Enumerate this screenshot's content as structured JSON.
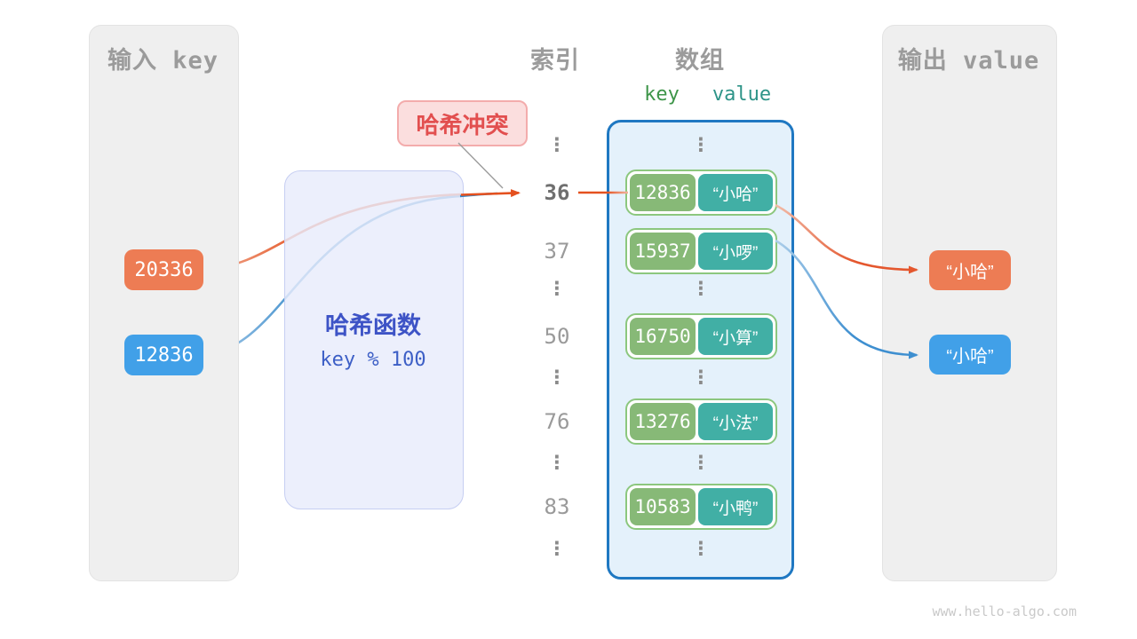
{
  "left_panel": {
    "title": "输入 key",
    "keys": [
      {
        "value": "20336",
        "color": "#ED7C54"
      },
      {
        "value": "12836",
        "color": "#41A0E8"
      }
    ]
  },
  "hash_box": {
    "title": "哈希函数",
    "formula": "key % 100"
  },
  "collision_label": {
    "text": "哈希冲突"
  },
  "index_column": {
    "title": "索引",
    "items": [
      {
        "label": "⋮",
        "type": "dots"
      },
      {
        "label": "36",
        "type": "index",
        "highlight": true
      },
      {
        "label": "37",
        "type": "index"
      },
      {
        "label": "⋮",
        "type": "dots"
      },
      {
        "label": "50",
        "type": "index"
      },
      {
        "label": "⋮",
        "type": "dots"
      },
      {
        "label": "76",
        "type": "index"
      },
      {
        "label": "⋮",
        "type": "dots"
      },
      {
        "label": "83",
        "type": "index"
      },
      {
        "label": "⋮",
        "type": "dots"
      }
    ]
  },
  "array": {
    "title": "数组",
    "header": {
      "key": "key",
      "value": "value"
    },
    "ellipsis": "⋮",
    "rows": [
      {
        "key": "12836",
        "value": "“小哈”"
      },
      {
        "key": "15937",
        "value": "“小啰”"
      },
      {
        "key": "16750",
        "value": "“小算”"
      },
      {
        "key": "13276",
        "value": "“小法”"
      },
      {
        "key": "10583",
        "value": "“小鸭”"
      }
    ]
  },
  "right_panel": {
    "title": "输出 value",
    "values": [
      {
        "text": "“小哈”",
        "color": "#ED7C54"
      },
      {
        "text": "“小哈”",
        "color": "#41A0E8"
      }
    ]
  },
  "watermark": "www.hello-algo.com",
  "colors": {
    "orange_box": "#ED7C54",
    "blue_box": "#41A0E8",
    "key_green": "#87B977",
    "value_teal": "#41AFA5",
    "pair_border": "#8CC77E",
    "array_border": "#1F78C2",
    "array_fill": "#E4F1FB",
    "hash_fill": "#E8ECFA",
    "hash_border": "#C6CEF2",
    "hash_text": "#3D53C6",
    "collision_bg": "#FBDEDE",
    "collision_border": "#F3ACAC",
    "collision_text": "#E24F4F",
    "panel_bg": "#EFEFEF",
    "title_gray": "#9B9B9B",
    "arrow_orange": "#E4511F",
    "arrow_blue": "#2F86C8"
  }
}
